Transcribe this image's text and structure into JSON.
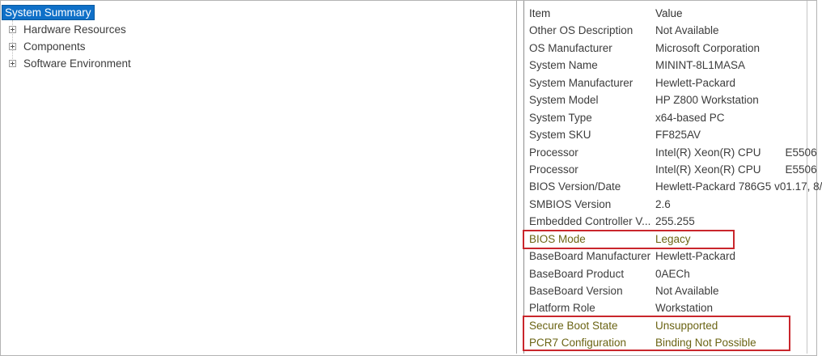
{
  "colors": {
    "selection_blue": "#0f70c8",
    "selection_text": "#ffffff",
    "highlight_red": "#c9262c",
    "highlight_text_olive": "#6b6414",
    "body_text": "#3c3c3c",
    "pane_border": "#a6a6a6"
  },
  "left_pane": {
    "items": [
      {
        "label": "System Summary",
        "selected": true,
        "expandable": false
      },
      {
        "label": "Hardware Resources",
        "selected": false,
        "expandable": true
      },
      {
        "label": "Components",
        "selected": false,
        "expandable": true
      },
      {
        "label": "Software Environment",
        "selected": false,
        "expandable": true
      }
    ]
  },
  "right_pane": {
    "columns": {
      "item": "Item",
      "value": "Value"
    },
    "rows": [
      {
        "item": "Other OS Description",
        "value": "Not Available",
        "highlighted": false
      },
      {
        "item": "OS Manufacturer",
        "value": "Microsoft Corporation",
        "highlighted": false
      },
      {
        "item": "System Name",
        "value": "MININT-8L1MASA",
        "highlighted": false
      },
      {
        "item": "System Manufacturer",
        "value": "Hewlett-Packard",
        "highlighted": false
      },
      {
        "item": "System Model",
        "value": "HP Z800 Workstation",
        "highlighted": false
      },
      {
        "item": "System Type",
        "value": "x64-based PC",
        "highlighted": false
      },
      {
        "item": "System SKU",
        "value": "FF825AV",
        "highlighted": false
      },
      {
        "item": "Processor",
        "value": "Intel(R) Xeon(R) CPU        E5506",
        "highlighted": false
      },
      {
        "item": "Processor",
        "value": "Intel(R) Xeon(R) CPU        E5506",
        "highlighted": false
      },
      {
        "item": "BIOS Version/Date",
        "value": "Hewlett-Packard 786G5 v01.17, 8/",
        "highlighted": false
      },
      {
        "item": "SMBIOS Version",
        "value": "2.6",
        "highlighted": false
      },
      {
        "item": "Embedded Controller V...",
        "value": "255.255",
        "highlighted": false
      },
      {
        "item": "BIOS Mode",
        "value": "Legacy",
        "highlighted": true
      },
      {
        "item": "BaseBoard Manufacturer",
        "value": "Hewlett-Packard",
        "highlighted": false
      },
      {
        "item": "BaseBoard Product",
        "value": "0AECh",
        "highlighted": false
      },
      {
        "item": "BaseBoard Version",
        "value": "Not Available",
        "highlighted": false
      },
      {
        "item": "Platform Role",
        "value": "Workstation",
        "highlighted": false
      },
      {
        "item": "Secure Boot State",
        "value": "Unsupported",
        "highlighted": true
      },
      {
        "item": "PCR7 Configuration",
        "value": "Binding Not Possible",
        "highlighted": true
      }
    ]
  }
}
